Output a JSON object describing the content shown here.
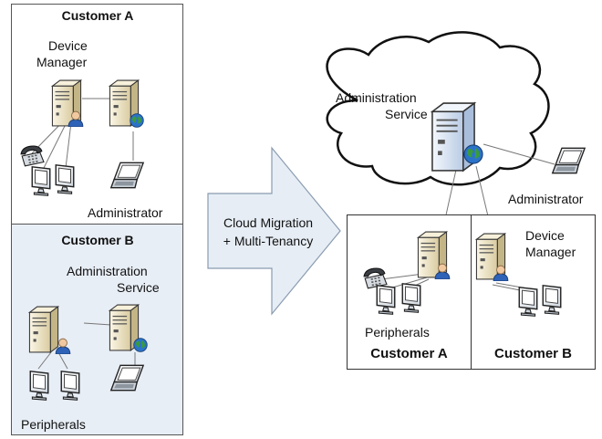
{
  "left_panel": {
    "customer_a": {
      "title": "Customer A",
      "device_manager_line1": "Device",
      "device_manager_line2": "Manager",
      "administrator": "Administrator"
    },
    "customer_b": {
      "title": "Customer B",
      "admin_service_line1": "Administration",
      "admin_service_line2": "Service",
      "peripherals": "Peripherals"
    }
  },
  "arrow": {
    "line1": "Cloud Migration",
    "line2": "+ Multi-Tenancy"
  },
  "right_panel": {
    "cloud_label_line1": "Administration",
    "cloud_label_line2": "Service",
    "administrator": "Administrator",
    "customer_a": {
      "title": "Customer A",
      "peripherals": "Peripherals"
    },
    "customer_b": {
      "title": "Customer B",
      "device_manager_line1": "Device",
      "device_manager_line2": "Manager"
    }
  },
  "colors": {
    "customer_b_fill": "#e8eef6",
    "arrow_fill": "#e6edf5",
    "server_body": "#efe6c8",
    "cloud_server_body": "#e0e9f5",
    "globe": "#2f8f3f"
  },
  "icons": {
    "server": "server-icon",
    "user": "user-icon",
    "globe": "globe-icon",
    "monitor": "monitor-icon",
    "phone": "phone-icon",
    "laptop": "laptop-icon",
    "cloud": "cloud-icon",
    "arrow": "arrow-icon"
  }
}
